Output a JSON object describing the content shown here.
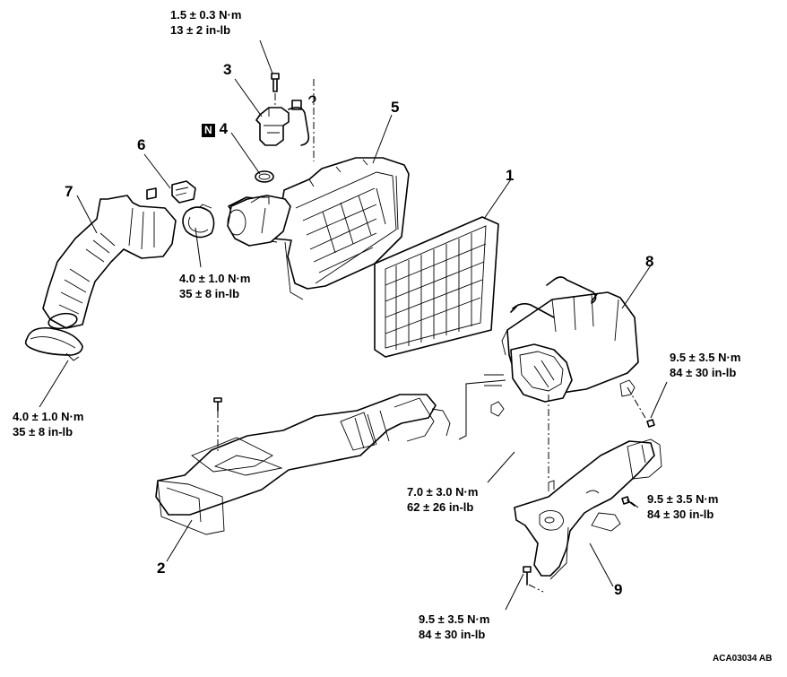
{
  "callouts": {
    "1": "1",
    "2": "2",
    "3": "3",
    "4": "4",
    "5": "5",
    "6": "6",
    "7": "7",
    "8": "8",
    "9": "9"
  },
  "n_marker": "N",
  "torques": {
    "t1": {
      "nm": "1.5 ± 0.3 N·m",
      "inlb": "13 ± 2 in-lb"
    },
    "t2": {
      "nm": "4.0 ± 1.0 N·m",
      "inlb": "35 ± 8 in-lb"
    },
    "t3": {
      "nm": "4.0 ± 1.0 N·m",
      "inlb": "35 ± 8 in-lb"
    },
    "t4": {
      "nm": "9.5 ± 3.5 N·m",
      "inlb": "84 ± 30 in-lb"
    },
    "t5": {
      "nm": "7.0 ± 3.0 N·m",
      "inlb": "62 ± 26 in-lb"
    },
    "t6": {
      "nm": "9.5 ± 3.5 N·m",
      "inlb": "84 ± 30 in-lb"
    },
    "t7": {
      "nm": "9.5 ± 3.5 N·m",
      "inlb": "84 ± 30 in-lb"
    }
  },
  "figure_ref": "ACA03034 AB"
}
